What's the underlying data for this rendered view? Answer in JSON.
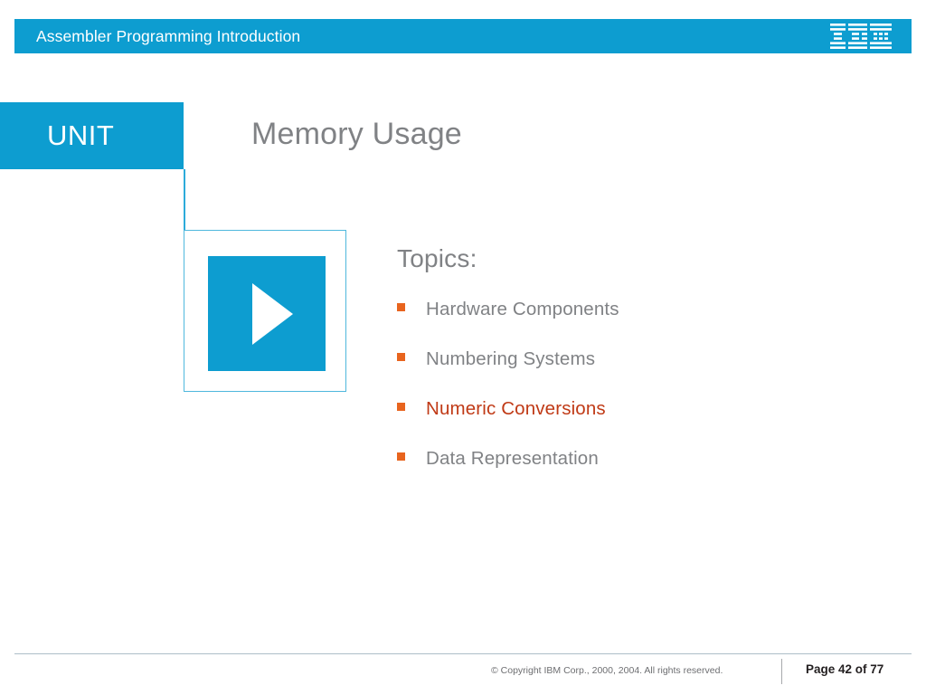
{
  "header": {
    "title": "Assembler Programming Introduction",
    "logo_alt": "IBM",
    "bar_color": "#0d9dd0"
  },
  "unit": {
    "label": "UNIT",
    "box_color": "#0d9dd0",
    "connector_color": "#2cabda"
  },
  "slide": {
    "title": "Memory Usage",
    "title_color": "#808285"
  },
  "graphic": {
    "icon": "play-triangle-icon",
    "outer_border_color": "#4fb8dd",
    "inner_fill_color": "#0d9dd0",
    "triangle_color": "#ffffff"
  },
  "topics": {
    "heading": "Topics:",
    "bullet_color": "#e8641e",
    "text_color": "#808285",
    "highlight_color": "#c03a16",
    "items": [
      {
        "label": "Hardware Components",
        "highlighted": false
      },
      {
        "label": "Numbering Systems",
        "highlighted": false
      },
      {
        "label": "Numeric Conversions",
        "highlighted": true
      },
      {
        "label": "Data Representation",
        "highlighted": false
      }
    ]
  },
  "footer": {
    "copyright": "© Copyright IBM Corp., 2000, 2004. All rights reserved.",
    "page_label": "Page 42 of 77",
    "rule_color": "#aebfc8"
  }
}
